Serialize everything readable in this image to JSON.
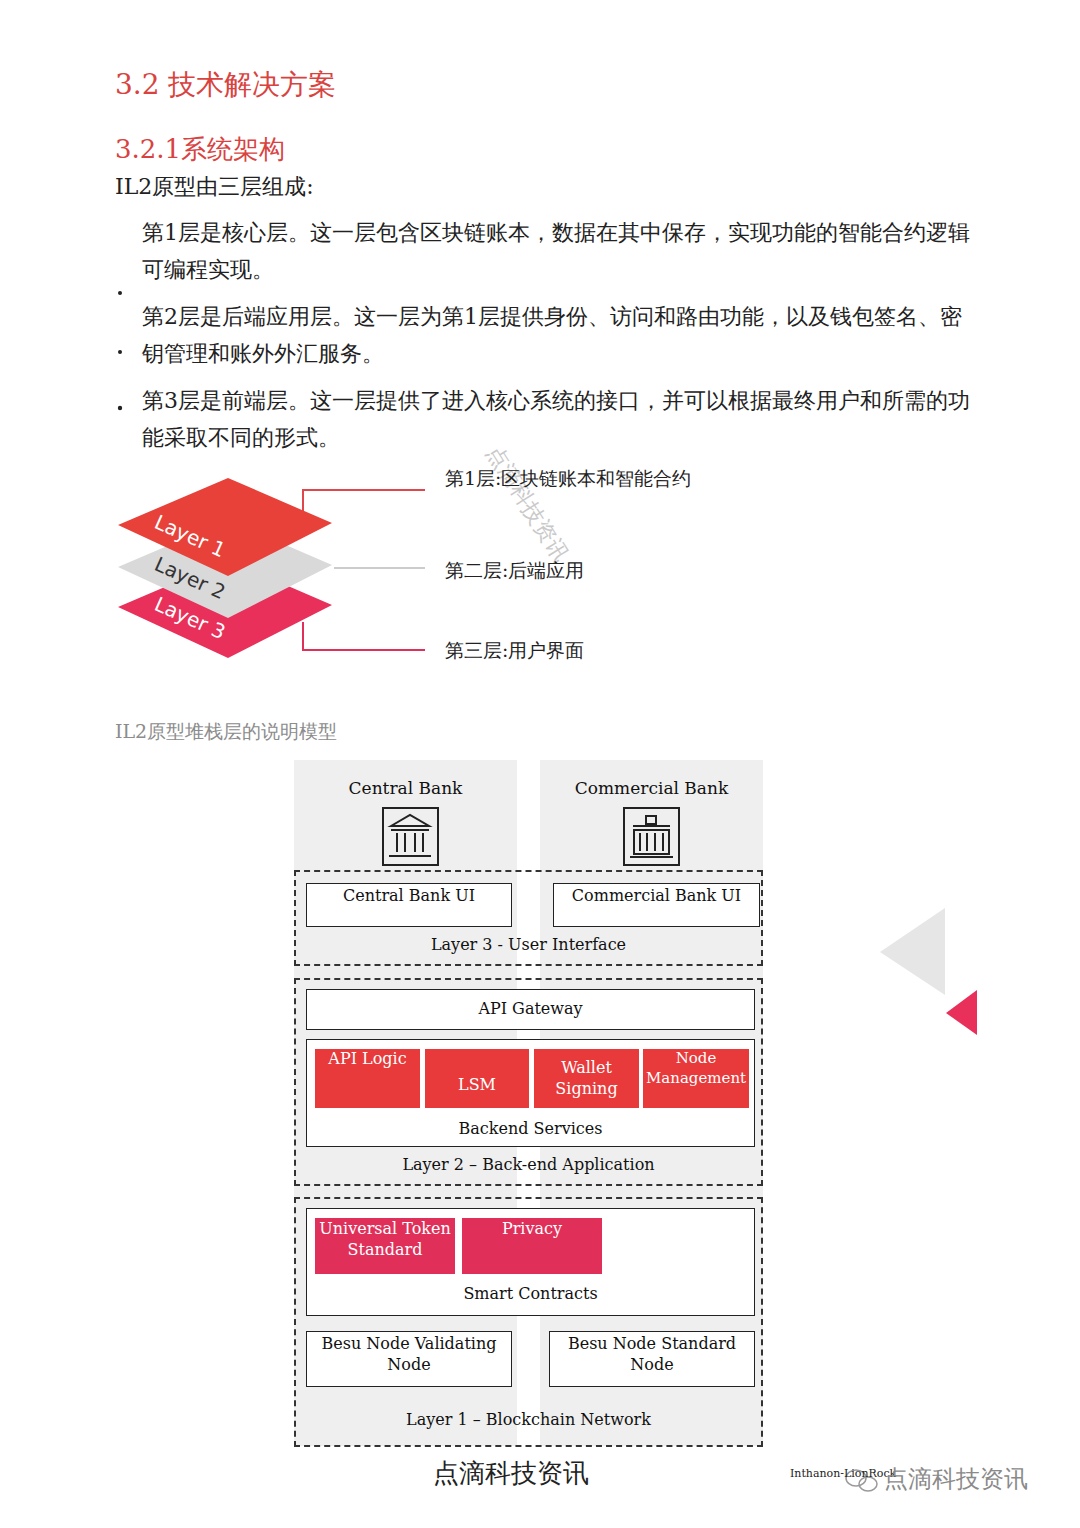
{
  "diagram": {
    "title": "3.2 技术解决方案",
    "caption": "IL2原型堆栈层的说明模型",
    "nodes": [
      {
        "text": [
          "Layer 1"
        ]
      },
      {
        "text": [
          "Layer 2"
        ]
      },
      {
        "text": [
          "Layer 3"
        ]
      },
      {
        "text": [
          "Central Bank"
        ]
      },
      {
        "text": [
          "Commercial Bank"
        ]
      },
      {
        "text": [
          "Layer 3 - User Interface"
        ]
      },
      {
        "text": [
          "Central Bank UI"
        ],
        "in": 5
      },
      {
        "text": [
          "Commercial Bank UI"
        ],
        "in": 5
      },
      {
        "text": [
          "Layer 2 – Back-end Application"
        ]
      },
      {
        "text": [
          "API Gateway"
        ],
        "in": 8
      },
      {
        "text": [
          "Backend Services"
        ],
        "in": 8
      },
      {
        "text": [
          "API Logic"
        ],
        "in": 10
      },
      {
        "text": [
          "LSM"
        ],
        "in": 10
      },
      {
        "text": [
          "Wallet Signing"
        ],
        "in": 10
      },
      {
        "text": [
          "Node Management"
        ],
        "in": 10
      },
      {
        "text": [
          "Layer 1 – Blockchain Network"
        ]
      },
      {
        "text": [
          "Smart Contracts"
        ],
        "in": 15
      },
      {
        "text": [
          "Universal Token Standard"
        ],
        "in": 16
      },
      {
        "text": [
          "Privacy"
        ],
        "in": 16
      },
      {
        "text": [
          "Besu Node Validating Node"
        ],
        "in": 15
      },
      {
        "text": [
          "Besu Node Standard Node"
        ],
        "in": 15
      }
    ],
    "labels": [
      "3.2.1系统架构",
      "IL2原型由三层组成:",
      "第1层是核心层。这一层包含区块链账本，数据在其中保存，实现功能的智能合约逻辑可编程实现。",
      "第2层是后端应用层。这一层为第1层提供身份、访问和路由功能，以及钱包签名、密钥管理和账外外汇服务。",
      "第3层是前端层。这一层提供了进入核心系统的接口，并可以根据最终用户和所需的功能采取不同的形式。",
      "第1层:区块链账本和智能合约",
      "第二层:后端应用",
      "第三层:用户界面",
      "点滴科技资讯",
      "点滴科技资讯",
      "Inthanon-LionRock",
      "点滴科技资讯"
    ]
  }
}
